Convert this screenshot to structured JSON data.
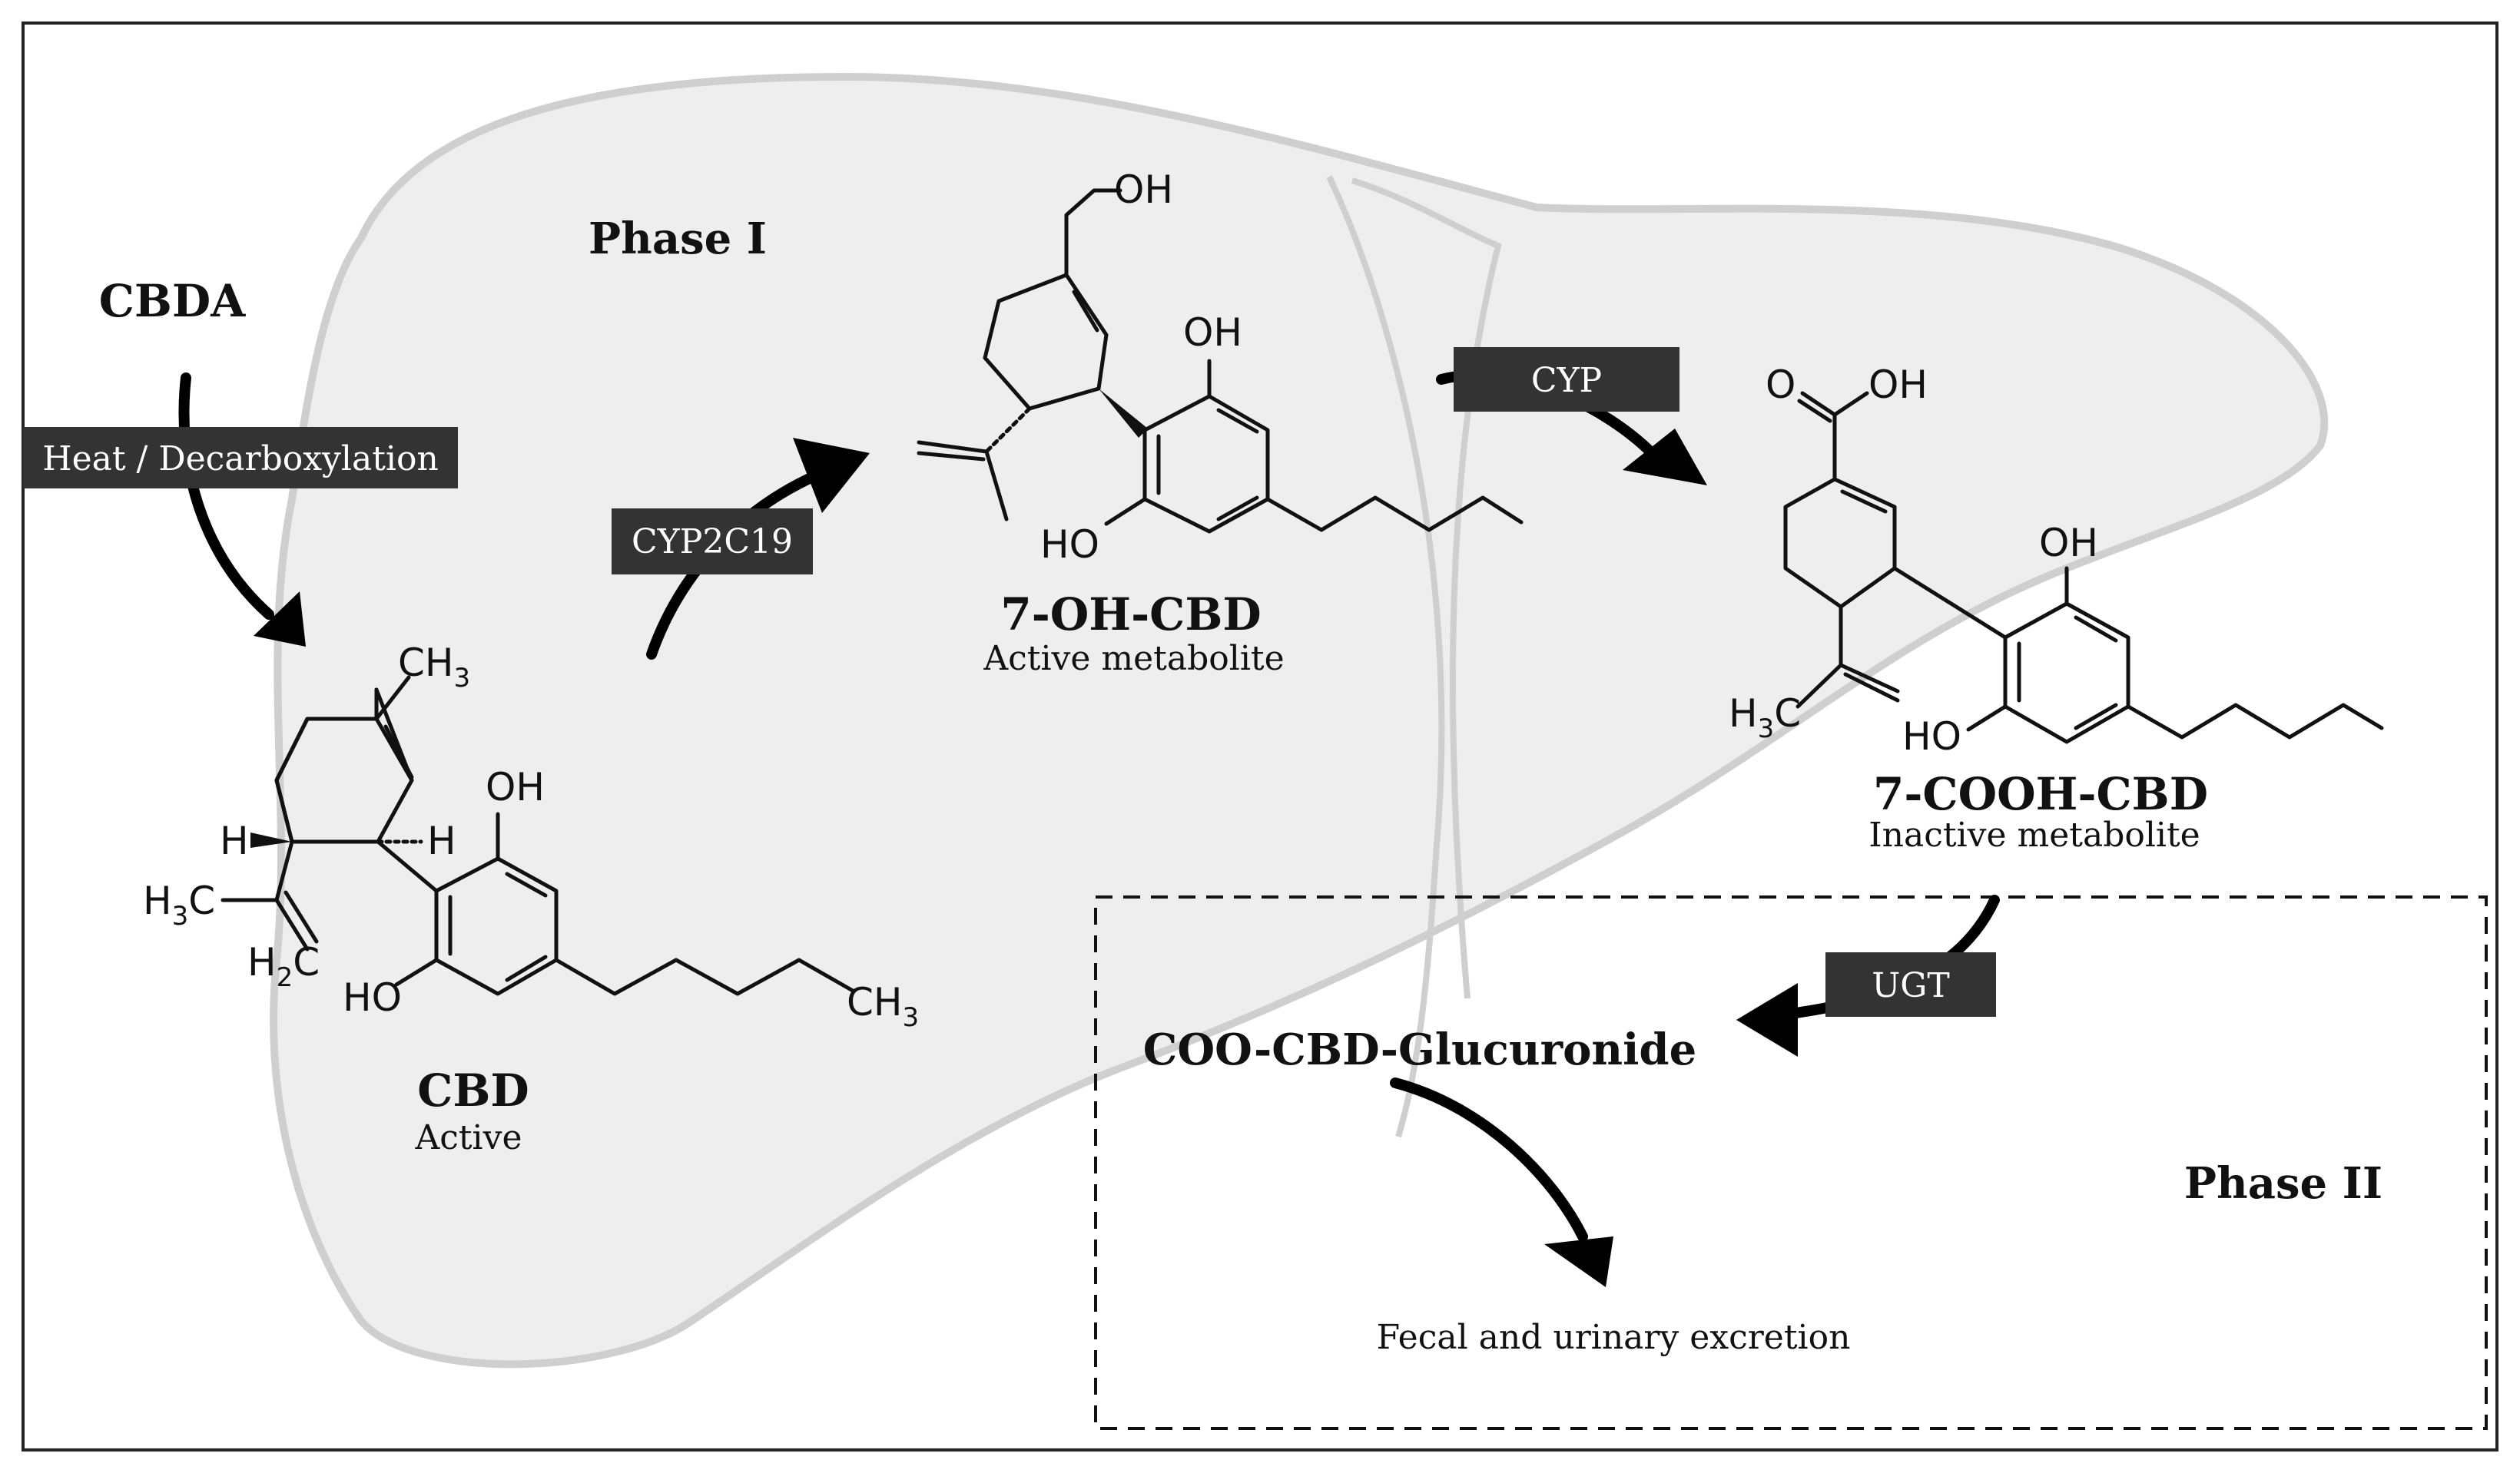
{
  "labels": {
    "phase1": "Phase I",
    "phase2": "Phase II",
    "cbda": "CBDA",
    "cbd": "CBD",
    "cbd_sub": "Active",
    "oh_cbd": "7-OH-CBD",
    "oh_cbd_sub": "Active metabolite",
    "cooh_cbd": "7-COOH-CBD",
    "cooh_cbd_sub": "Inactive metabolite",
    "glucuronide": "COO-CBD-Glucuronide",
    "excretion": "Fecal and urinary excretion"
  },
  "enzymes": {
    "heat": "Heat / Decarboxylation",
    "cyp2c19": "CYP2C19",
    "cyp": "CYP",
    "ugt": "UGT"
  },
  "atoms": {
    "oh": "OH",
    "ho": "HO",
    "h": "H",
    "o": "O",
    "ch3": "CH",
    "h3c": "H",
    "h2c": "H",
    "sub3": "3",
    "sub2": "2",
    "c": "C"
  },
  "colors": {
    "liver_fill": "#eeeeee",
    "liver_stroke": "#cfcfcf",
    "enzyme_box": "#333333",
    "arrow": "#000000"
  }
}
